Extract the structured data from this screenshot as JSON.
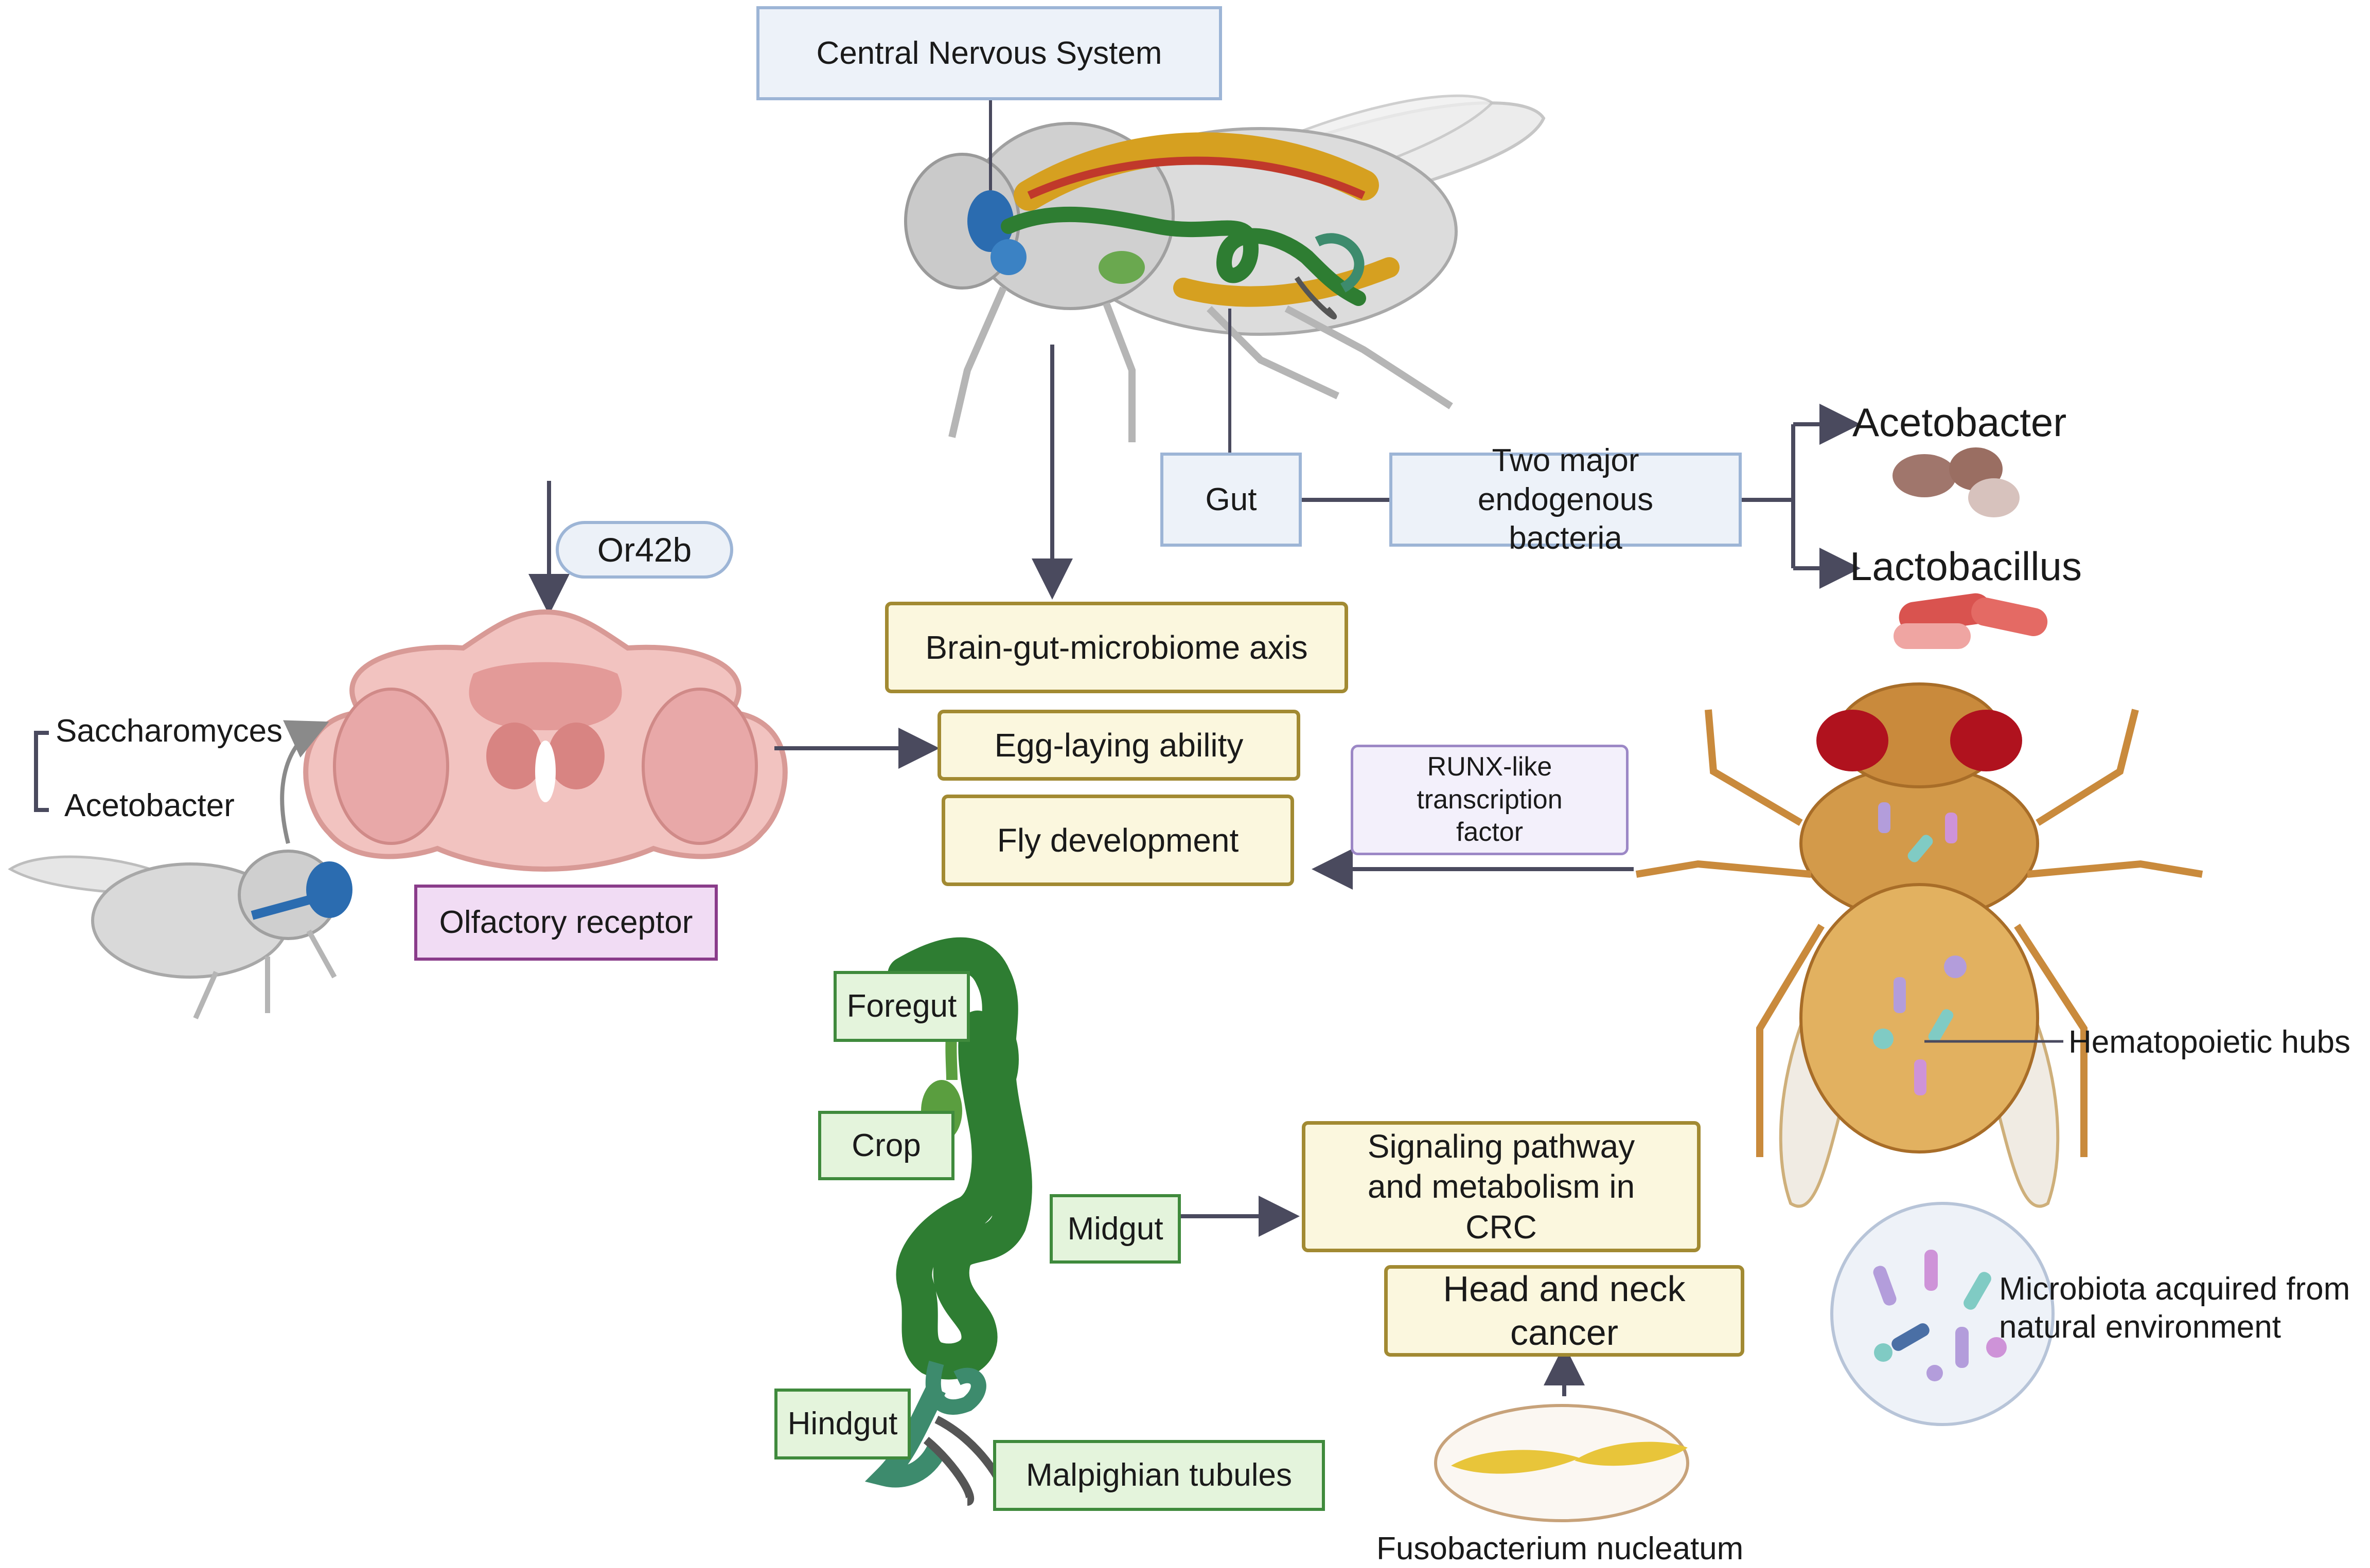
{
  "labels": {
    "central_nervous_system": "Central Nervous System",
    "gut": "Gut",
    "two_major_bacteria": "Two major endogenous bacteria",
    "acetobacter_top": "Acetobacter",
    "lactobacillus": "Lactobacillus",
    "or42b": "Or42b",
    "brain_gut_axis": "Brain-gut-microbiome axis",
    "egg_laying": "Egg-laying ability",
    "fly_development": "Fly development",
    "runx": "RUNX-like transcription factor",
    "saccharomyces": "Saccharomyces",
    "acetobacter_left": "Acetobacter",
    "olfactory_receptor": "Olfactory receptor",
    "foregut": "Foregut",
    "crop": "Crop",
    "midgut": "Midgut",
    "hindgut": "Hindgut",
    "malpighian": "Malpighian tubules",
    "signaling": "Signaling pathway and metabolism in CRC",
    "head_neck": "Head and neck cancer",
    "fusobacterium": "Fusobacterium nucleatum",
    "hematopoietic": "Hematopoietic hubs",
    "microbiota": "Microbiota acquired from natural environment"
  },
  "colors": {
    "arrow": "#4a4a5e",
    "blue_border": "#9db5d6",
    "yellow_border": "#a28a32",
    "green_border": "#3f8a3c",
    "purple_border": "#8a3c8a",
    "gut_green": "#2e7d32",
    "brain_pink": "#e8a8a8",
    "fly_orange": "#c98a3c",
    "acetobacter_brown": "#a0766c",
    "lactobacillus_red": "#d9534f",
    "fuso_yellow": "#e8c53a"
  },
  "icons": [
    "fly-side-anatomy-icon",
    "fly-brain-icon",
    "small-fly-icon",
    "fly-dorsal-icon",
    "gut-diagram-icon",
    "acetobacter-cells-icon",
    "lactobacillus-cells-icon",
    "fusobacterium-dish-icon",
    "microbiota-circle-icon"
  ]
}
